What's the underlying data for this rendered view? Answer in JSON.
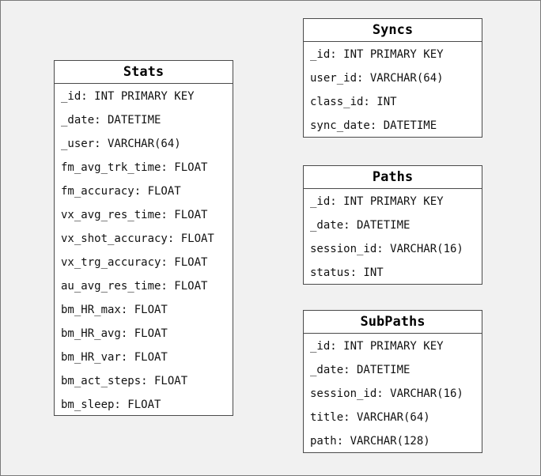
{
  "tables": {
    "stats": {
      "title": "Stats",
      "fields": [
        "_id: INT PRIMARY KEY",
        "_date: DATETIME",
        "_user: VARCHAR(64)",
        "fm_avg_trk_time: FLOAT",
        "fm_accuracy: FLOAT",
        "vx_avg_res_time: FLOAT",
        "vx_shot_accuracy: FLOAT",
        "vx_trg_accuracy: FLOAT",
        "au_avg_res_time: FLOAT",
        "bm_HR_max: FLOAT",
        "bm_HR_avg: FLOAT",
        "bm_HR_var: FLOAT",
        "bm_act_steps: FLOAT",
        "bm_sleep: FLOAT"
      ]
    },
    "syncs": {
      "title": "Syncs",
      "fields": [
        "_id: INT PRIMARY KEY",
        "user_id: VARCHAR(64)",
        "class_id: INT",
        "sync_date: DATETIME"
      ]
    },
    "paths": {
      "title": "Paths",
      "fields": [
        "_id: INT PRIMARY KEY",
        "_date: DATETIME",
        "session_id: VARCHAR(16)",
        "status: INT"
      ]
    },
    "subpaths": {
      "title": "SubPaths",
      "fields": [
        "_id: INT PRIMARY KEY",
        "_date: DATETIME",
        "session_id: VARCHAR(16)",
        "title: VARCHAR(64)",
        "path: VARCHAR(128)"
      ]
    }
  }
}
